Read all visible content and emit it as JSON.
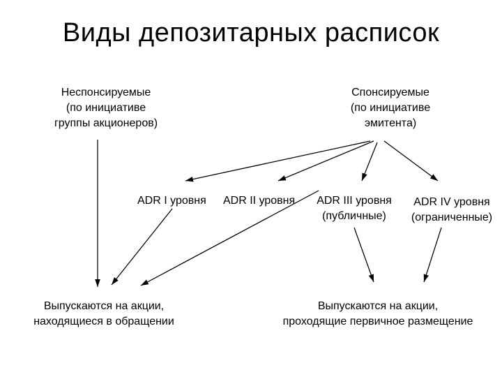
{
  "slide": {
    "title": "Виды депозитарных расписок",
    "unsponsored": {
      "line1": "Неспонсируемые",
      "line2": "(по инициативе",
      "line3": "группы акционеров)"
    },
    "sponsored": {
      "line1": "Спонсируемые",
      "line2": "(по инициативе",
      "line3": "эмитента)"
    },
    "adr1": {
      "label": "ADR I уровня"
    },
    "adr2": {
      "label": "ADR II уровня"
    },
    "adr3": {
      "line1": "ADR III уровня",
      "line2": "(публичные)"
    },
    "adr4": {
      "line1": "ADR IV уровня",
      "line2": "(ограниченные)"
    },
    "issued_circulating": {
      "line1": "Выпускаются на акции,",
      "line2": "находящиеся в обращении"
    },
    "issued_primary": {
      "line1": "Выпускаются на акции,",
      "line2": "проходящие первичное размещение"
    }
  }
}
